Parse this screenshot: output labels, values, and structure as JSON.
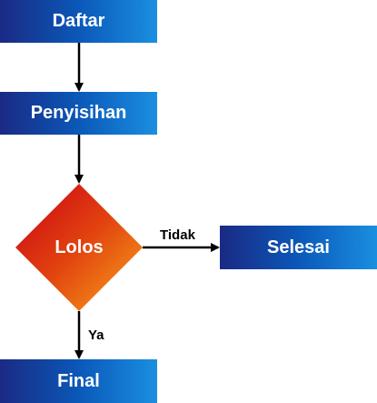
{
  "nodes": {
    "daftar": "Daftar",
    "penyisihan": "Penyisihan",
    "lolos": "Lolos",
    "selesai": "Selesai",
    "final": "Final"
  },
  "edges": {
    "no_label": "Tidak",
    "yes_label": "Ya"
  },
  "colors": {
    "box_gradient": [
      "#1a2a84",
      "#0b58b8",
      "#1a8fe0"
    ],
    "diamond_gradient": [
      "#cc0a18",
      "#e85a12",
      "#f7a21a"
    ],
    "arrow": "#000000",
    "text_on_shape": "#ffffff"
  }
}
